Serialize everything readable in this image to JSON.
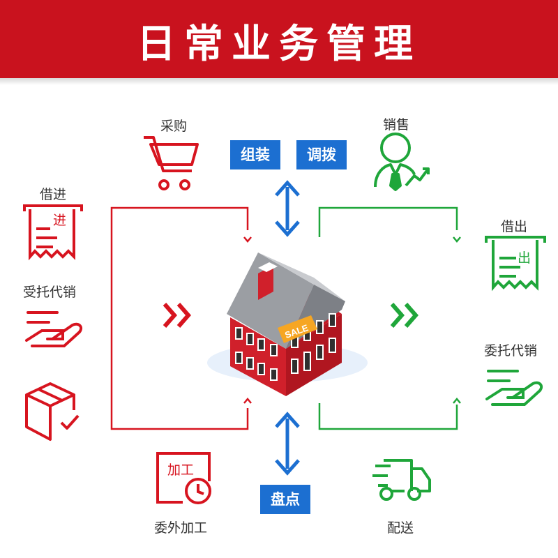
{
  "title": "日常业务管理",
  "left_items": {
    "purchase": "采购",
    "borrow_in": "借进",
    "consign_in": "受托代销",
    "outsourcing": "委外加工"
  },
  "right_items": {
    "sales": "销售",
    "borrow_out": "借出",
    "consign_out": "委托代销",
    "delivery": "配送"
  },
  "buttons": {
    "assemble": "组装",
    "transfer": "调拨",
    "inventory": "盘点"
  },
  "icon_text": {
    "in": "进",
    "out": "出",
    "process": "加工",
    "sale_tag": "SALE"
  },
  "colors": {
    "red": "#d7141f",
    "green": "#1fa63a",
    "blue": "#1c6fd1"
  }
}
